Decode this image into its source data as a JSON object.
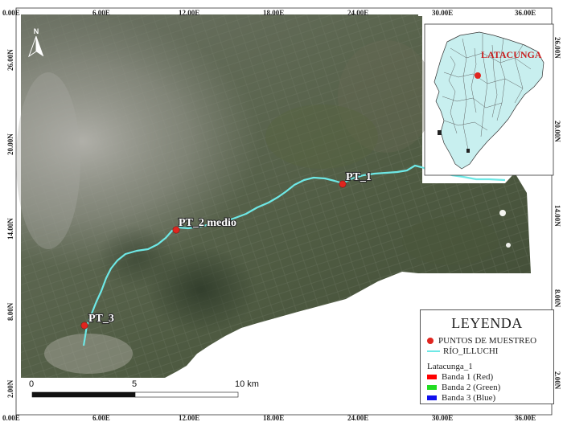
{
  "axes": {
    "x_ticks": [
      "0.00E",
      "6.00E",
      "12.00E",
      "18.00E",
      "24.00E",
      "30.00E",
      "36.00E"
    ],
    "y_ticks_left": [
      "26.00N",
      "20.00N",
      "14.00N",
      "8.00N",
      "2.00N"
    ],
    "y_ticks_right": [
      "26.00N",
      "20.00N",
      "14.00N",
      "8.00N",
      "2.00N"
    ]
  },
  "north_arrow": {
    "label": "N",
    "icon": "north-arrow-icon"
  },
  "points": [
    {
      "label": "PT_1"
    },
    {
      "label": "PT_2 medio"
    },
    {
      "label": "PT_3"
    }
  ],
  "inset": {
    "label": "LATACUNGA"
  },
  "legend": {
    "title": "LEYENDA",
    "items": [
      {
        "label": "PUNTOS DE MUESTREO"
      },
      {
        "label": "RÍO_ILLUCHI"
      }
    ],
    "raster_title": "Latacunga_1",
    "bands": [
      {
        "label": "Banda 1 (Red)",
        "color": "#ff0000"
      },
      {
        "label": "Banda 2 (Green)",
        "color": "#22dd22"
      },
      {
        "label": "Banda 3 (Blue)",
        "color": "#1010ee"
      }
    ]
  },
  "scale_bar": {
    "labels": [
      "0",
      "5",
      "10 km"
    ]
  },
  "colors": {
    "river": "#6ee8e6",
    "point": "#e0251f"
  }
}
